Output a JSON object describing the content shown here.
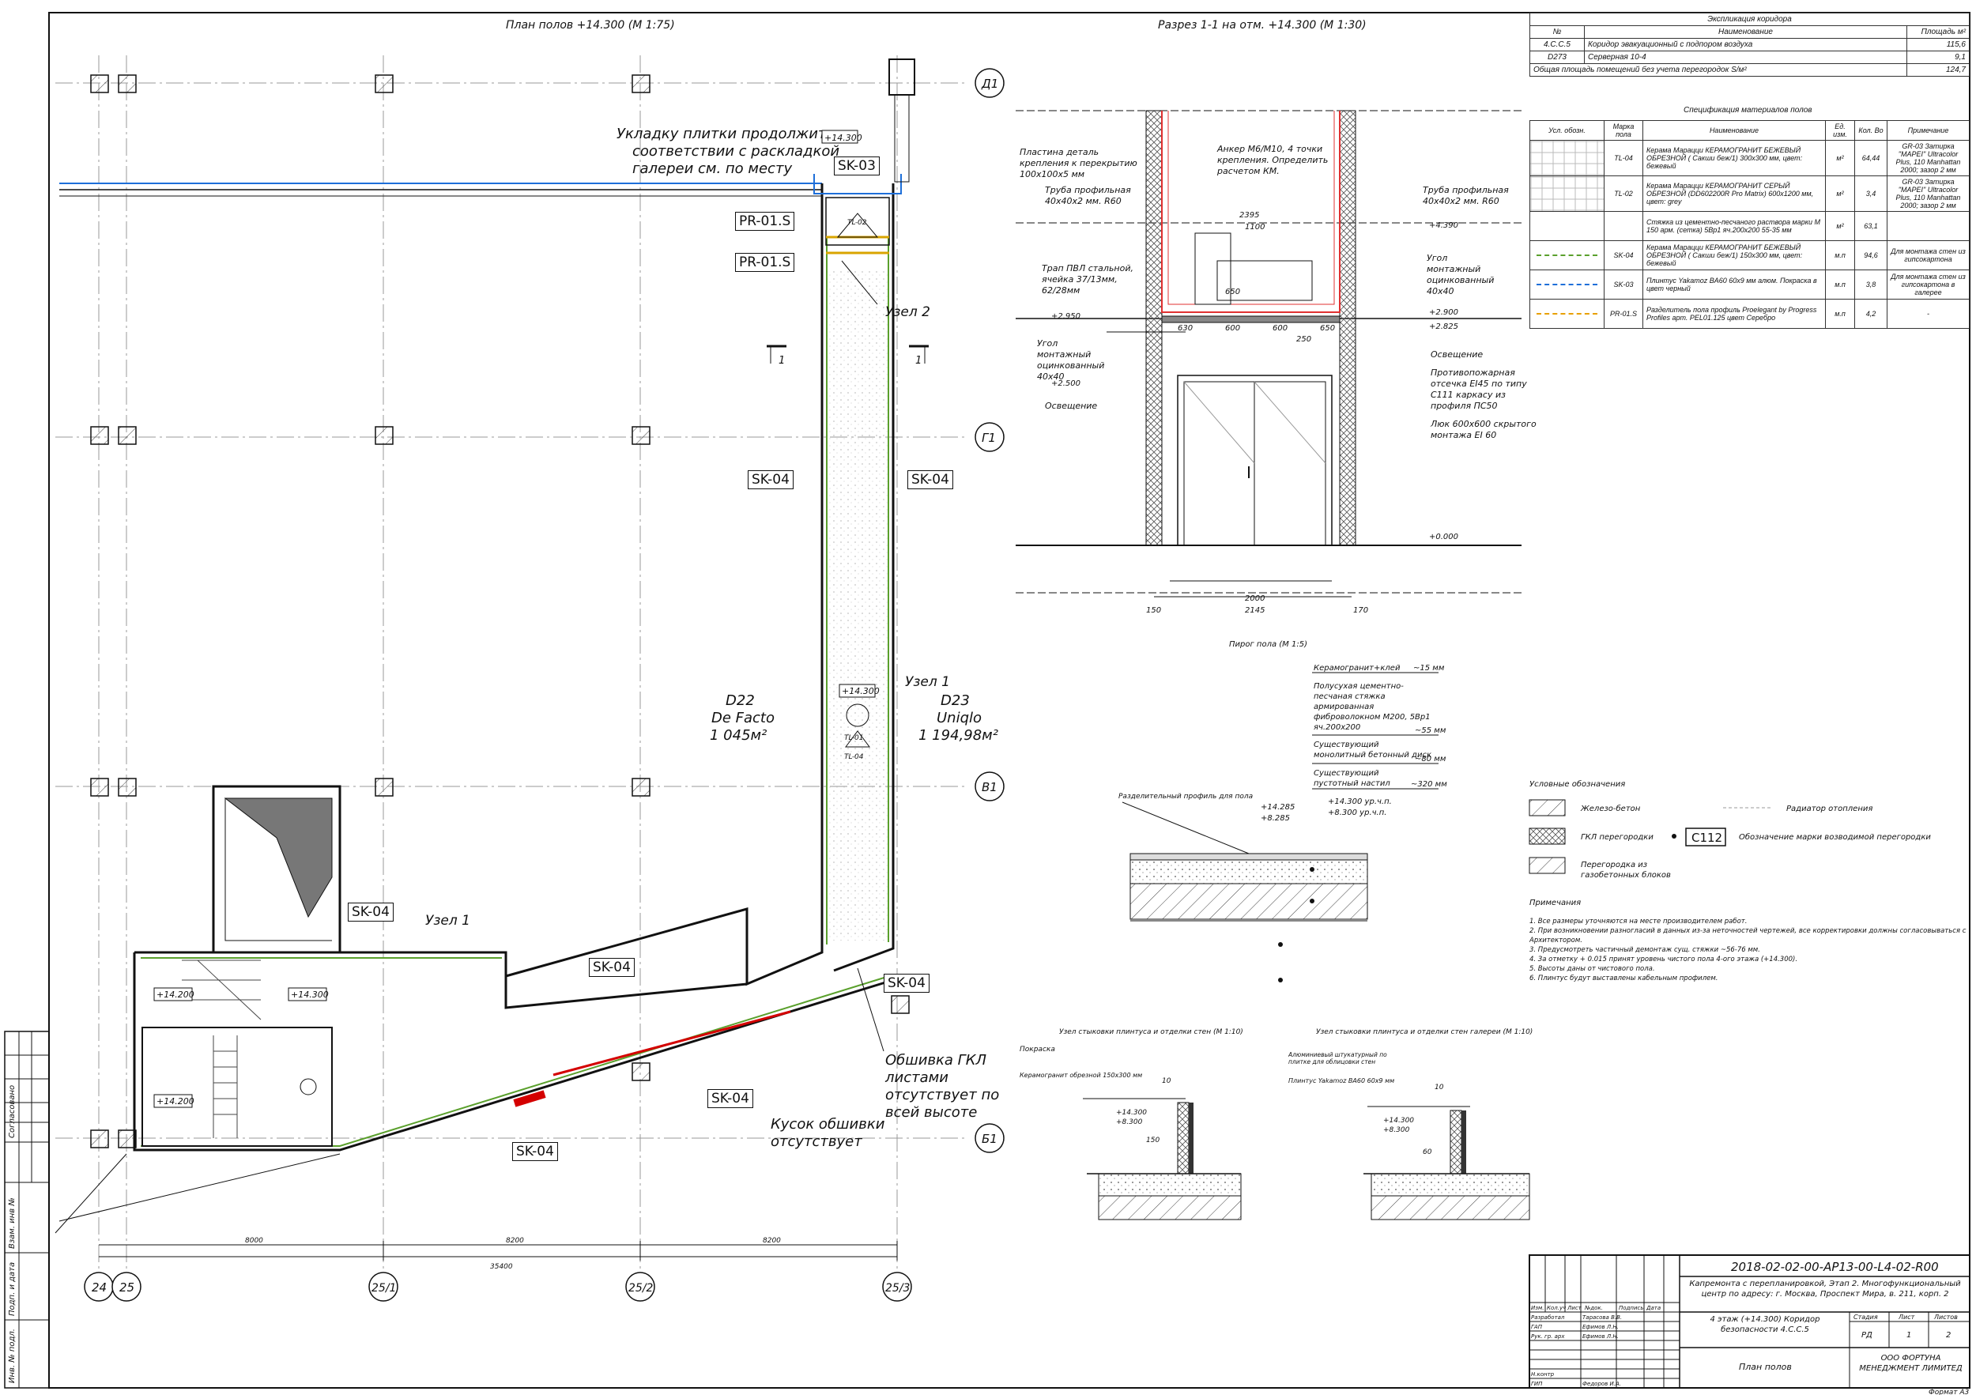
{
  "plan": {
    "title": "План полов +14.300 (М 1:75)",
    "note_tile": [
      "Укладку плитки продолжить в",
      "соответствии с раскладкой",
      "галереи см. по месту"
    ],
    "tags": {
      "pr01_top": "PR-01.S",
      "pr01_bottom": "PR-01.S",
      "sk03": "SK-03",
      "sk04_left": "SK-04",
      "sk04_right": "SK-04",
      "sk04_mid": "SK-04",
      "sk04_a": "SK-04",
      "sk04_b": "SK-04",
      "sk04_c": "SK-04",
      "sk04_d": "SK-04"
    },
    "level_marks": {
      "top": "+14.300",
      "mid": "+14.300",
      "stair_a": "+14.200",
      "stair_b": "+14.300",
      "stair_c": "+14.200"
    },
    "node2": "Узел 2",
    "node1_right": "Узел 1",
    "node1_left": "Узел 1",
    "section_mark": "1",
    "shop_left": {
      "code": "D22",
      "name": "De Facto",
      "area": "1 045м²"
    },
    "shop_right": {
      "code": "D23",
      "name": "Uniqlo",
      "area": "1 194,98м²"
    },
    "note_gkl": [
      "Обшивка ГКЛ",
      "листами",
      "отсутствует по",
      "всей высоте"
    ],
    "note_piece": [
      "Кусок обшивки",
      "отсутствует"
    ],
    "axes_right": [
      "Д1",
      "Г1",
      "В1",
      "Б1"
    ],
    "axes_bottom": [
      "24",
      "25",
      "25/1",
      "25/2",
      "25/3"
    ],
    "dim_total": "35400",
    "dims_bottom": [
      "8000",
      "8200",
      "8200"
    ],
    "tl_labels": [
      "TL-02",
      "TL-01",
      "TL-04"
    ]
  },
  "section": {
    "title": "Разрез 1-1 на отм. +14.300 (М 1:30)",
    "left_notes": [
      "Пластина деталь",
      "крепления к перекрытию",
      "100х100х5 мм"
    ],
    "pipe_note": [
      "Труба профильная",
      "40х40х2 мм. R60"
    ],
    "anchor_note": [
      "Анкер М6/М10, 4 точки",
      "крепления. Определить",
      "расчетом КМ."
    ],
    "pipe_note_right": [
      "Труба профильная",
      "40х40х2 мм. R60"
    ],
    "tray_note": [
      "Трап ПВЛ стальной,",
      "ячейка 37/13мм,",
      "62/28мм"
    ],
    "angle_left": [
      "Угол",
      "монтажный",
      "оцинкованный",
      "40х40"
    ],
    "light_left": "Освещение",
    "angle_right": [
      "Угол",
      "монтажный",
      "оцинкованный",
      "40х40"
    ],
    "light_right": "Освещение",
    "fire_note": [
      "Противопожарная",
      "отсечка EI45 по типу",
      "С111 каркасу из",
      "профиля ПС50"
    ],
    "hatch_note": [
      "Люк 600х600 скрытого",
      "монтажа EI 60"
    ],
    "dims": [
      "2395",
      "1100",
      "650",
      "630",
      "600",
      "600",
      "650",
      "250",
      "2000",
      "2145",
      "150",
      "170"
    ],
    "marks": [
      "+2.950",
      "+2.500",
      "+2.900",
      "+2.825",
      "+4.390",
      "+0.000"
    ]
  },
  "explication": {
    "title": "Экспликация коридора",
    "headers": [
      "№",
      "Наименование",
      "Площадь м²"
    ],
    "rows": [
      [
        "4.С.С.5",
        "Коридор эвакуационный с подпором воздуха",
        "115,6"
      ],
      [
        "D273",
        "Серверная 10-4",
        "9,1"
      ]
    ],
    "total_label": "Общая площадь помещений без учета перегородок S/м²",
    "total_value": "124,7"
  },
  "spec": {
    "title": "Спецификация материалов полов",
    "headers": [
      "Усл. обозн.",
      "Марка пола",
      "Наименование",
      "Ед. изм.",
      "Кол. Во",
      "Примечание"
    ],
    "rows": [
      {
        "mark": "TL-04",
        "name": "Керама Марацци КЕРАМОГРАНИТ БЕЖЕВЫЙ ОБРЕЗНОЙ ( Сакши беж/1) 300х300 мм, цвет: бежевый",
        "unit": "м²",
        "qty": "64,44",
        "note": "GR-03 Затирка \"MAPEI\" Ultracolor Plus, 110 Manhattan 2000; зазор 2 мм",
        "sym": "tile"
      },
      {
        "mark": "TL-02",
        "name": "Керама Марацци КЕРАМОГРАНИТ СЕРЫЙ ОБРЕЗНОЙ (DD602200R Pro Matrix) 600х1200 мм, цвет: grey",
        "unit": "м²",
        "qty": "3,4",
        "note": "GR-03 Затирка \"MAPEI\" Ultracolor Plus, 110 Manhattan 2000; зазор 2 мм",
        "sym": "tile"
      },
      {
        "mark": "",
        "name": "Стяжка из цементно-песчаного раствора марки М 150 арм. (сетка) 5Вр1 яч.200х200 55-35 мм",
        "unit": "м²",
        "qty": "63,1",
        "note": "",
        "sym": ""
      },
      {
        "mark": "SK-04",
        "name": "Керама Марацци КЕРАМОГРАНИТ БЕЖЕВЫЙ ОБРЕЗНОЙ ( Сакши беж/1) 150х300 мм, цвет: бежевый",
        "unit": "м.п",
        "qty": "94,6",
        "note": "Для монтажа стен из гипсокартона",
        "sym": "green"
      },
      {
        "mark": "SK-03",
        "name": "Плинтус Yakamoz BA60 60х9 мм алюм. Покраска в цвет черный",
        "unit": "м.п",
        "qty": "3,8",
        "note": "Для монтажа стен из гипсокартона в галерее",
        "sym": "blue"
      },
      {
        "mark": "PR-01.S",
        "name": "Разделитель пола профиль Proelegant by Progress Profiles арт. PEL01.125 цвет Серебро",
        "unit": "м.п",
        "qty": "4,2",
        "note": "-",
        "sym": "orange"
      }
    ]
  },
  "floor_pie": {
    "title": "Пирог пола (М 1:5)",
    "layers": [
      {
        "name": "Керамогранит+клей",
        "thick": "~15 мм"
      },
      {
        "name": "Полусухая цементно-песчаная стяжка армированная фиброволокном М200, 5Вр1 яч.200х200",
        "thick": "~55 мм"
      },
      {
        "name": "Существующий монолитный бетонный диск",
        "thick": "~80 мм"
      },
      {
        "name": "Существующий пустотный настил",
        "thick": "~320 мм"
      }
    ],
    "profile_label": "Разделительный профиль для пола",
    "marks": [
      "+14.285",
      "+8.285",
      "+14.300 ур.ч.п.",
      "+8.300 ур.ч.п."
    ]
  },
  "legend": {
    "title": "Условные обозначения",
    "items": [
      "Железо-бетон",
      "Радиатор отопления",
      "ГКЛ перегородки",
      "Обозначение марки возводимой перегородки",
      "Перегородка из газобетонных блоков"
    ],
    "tag": "С112"
  },
  "notes": {
    "title": "Примечания",
    "items": [
      "1. Все размеры уточняются на месте производителем работ.",
      "2. При возникновении разногласий в данных из-за неточностей чертежей, все корректировки должны согласовываться с Архитектором.",
      "3. Предусмотреть частичный демонтаж сущ. стяжки ~56-76 мм.",
      "4. За отметку + 0.015 принят уровень чистого пола 4-ого этажа (+14.300).",
      "5. Высоты даны от чистового пола.",
      "6. Плинтус будут выставлены кабельным профилем."
    ]
  },
  "details": {
    "left_title": "Узел стыковки плинтуса и отделки стен (М 1:10)",
    "left_labels": [
      "Покраска",
      "Керамогранит обрезной 150х300 мм"
    ],
    "right_title": "Узел стыковки плинтуса и отделки стен галереи (М 1:10)",
    "right_labels": [
      "Алюминиевый штукатурный по плитке для облицовки стен",
      "Плинтус Yakamoz BA60 60х9 мм"
    ],
    "marks": [
      "+14.300",
      "+8.300",
      "+14.300",
      "+8.300"
    ],
    "dims": [
      "10",
      "150",
      "10",
      "60"
    ]
  },
  "stamp": {
    "code": "2018-02-02-00-АР13-00-L4-02-R00",
    "project": "Капремонта с перепланировкой, Этап 2. Многофункциональный центр по адресу: г. Москва, Проспект Мира, в. 211, корп. 2",
    "sheet_title": "4 этаж (+14.300) Коридор безопасности 4.С.С.5",
    "drawing": "План полов",
    "stage_h": "Стадия",
    "sheet_h": "Лист",
    "sheets_h": "Листов",
    "stage": "РД",
    "sheet": "1",
    "sheets": "2",
    "company": "ООО ФОРТУНА МЕНЕДЖМЕНТ ЛИМИТЕД",
    "cols": [
      "Изм.",
      "Кол.уч",
      "Лист",
      "№док.",
      "Подпись",
      "Дата"
    ],
    "roles": [
      "Разработал",
      "ГАП",
      "Рук. гр. арх",
      "",
      "Н.контр",
      "ГИП"
    ],
    "people": [
      "Тарасова В.В.",
      "Ефимов Л.Н.",
      "Ефимов Л.Н.",
      "",
      "",
      "Федоров И.А."
    ],
    "format": "Формат А3"
  },
  "side_stamp": [
    "Согласовано",
    "Взам. инв №",
    "Подп. и дата",
    "Инв. № подл."
  ]
}
